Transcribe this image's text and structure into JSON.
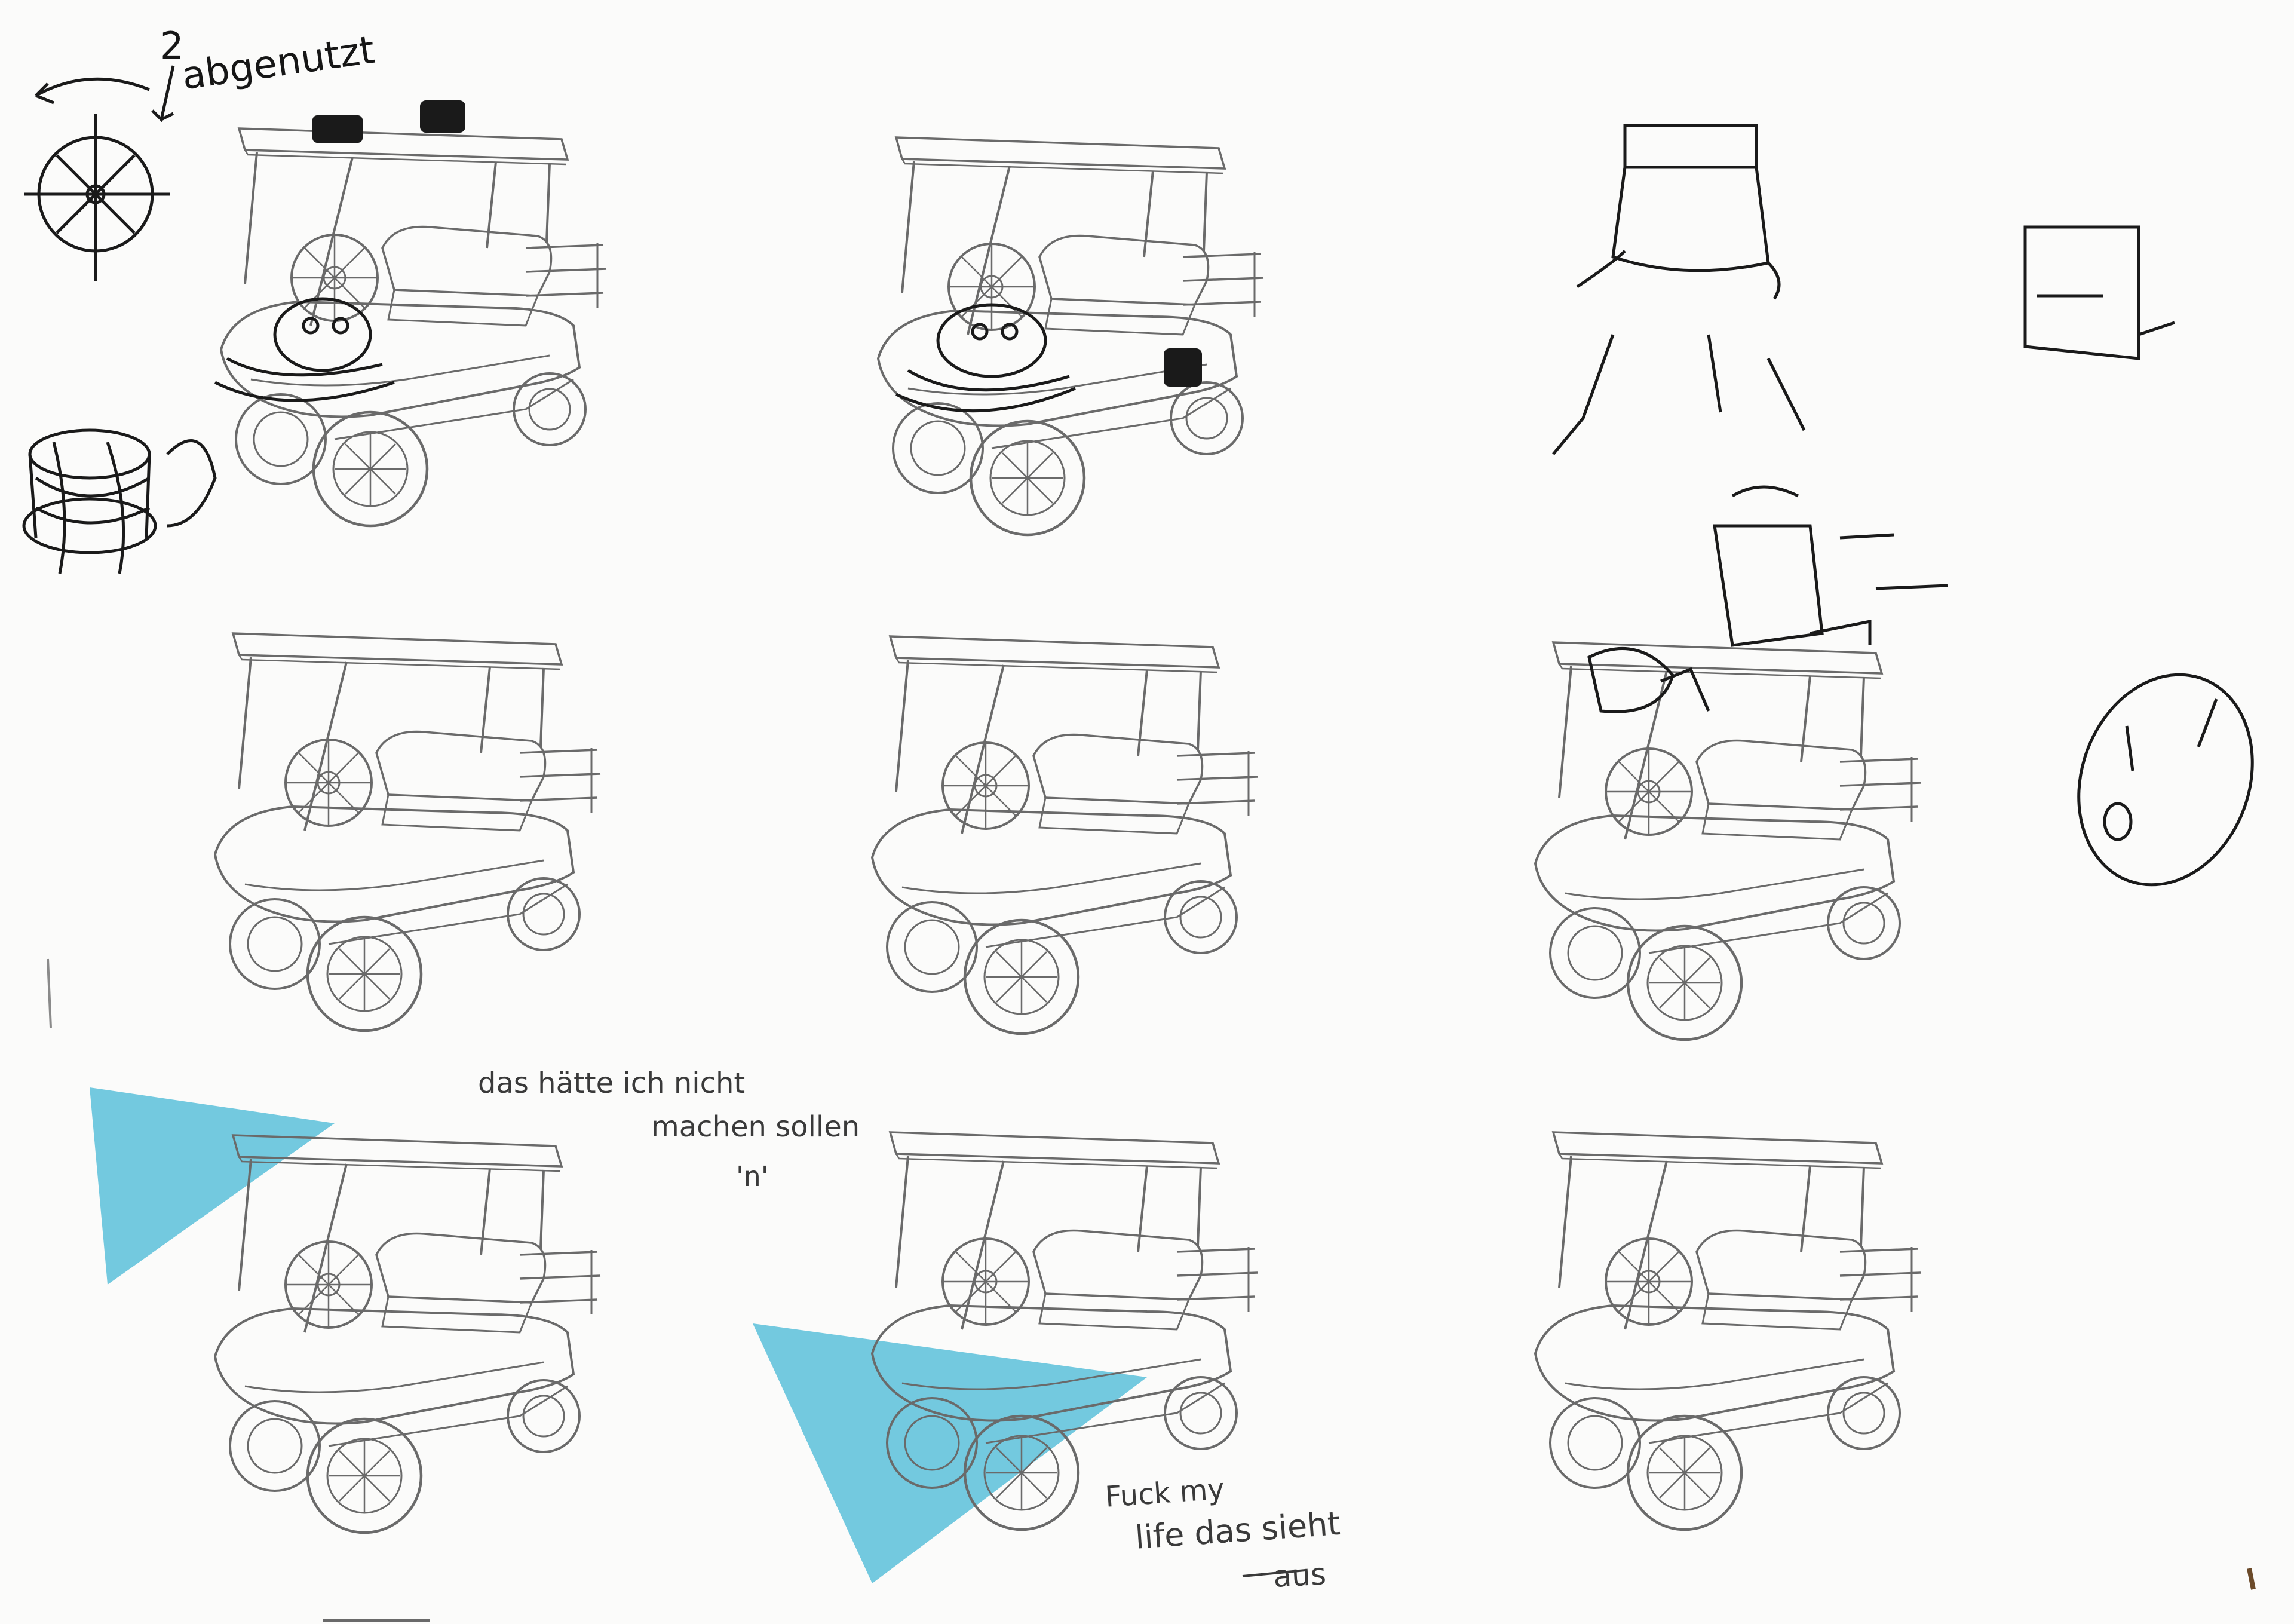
{
  "page": {
    "paper_color": "#fbfbfa",
    "ink_color": "#2c2c2c",
    "marker_color": "#45b8d6"
  },
  "sketches": {
    "carts": [
      {
        "name": "cart-with-lamps-and-cow-skull"
      },
      {
        "name": "cart-with-skull-and-side-lamp"
      },
      {
        "name": "cart-blank"
      },
      {
        "name": "cart-blank"
      },
      {
        "name": "cart-with-roof-tower"
      },
      {
        "name": "cart-with-blue-roof-light"
      },
      {
        "name": "cart-with-blue-side-light"
      },
      {
        "name": "cart-blank"
      }
    ]
  },
  "annotations": {
    "wheel_note": {
      "number": "2",
      "text": "abgenutzt"
    },
    "light_note": {
      "line1": "das hätte ich nicht",
      "line2": "machen sollen",
      "line3": "'n'"
    },
    "side_note": {
      "line1": "Fuck my",
      "line2": "life das sieht",
      "line3": "aus"
    }
  }
}
